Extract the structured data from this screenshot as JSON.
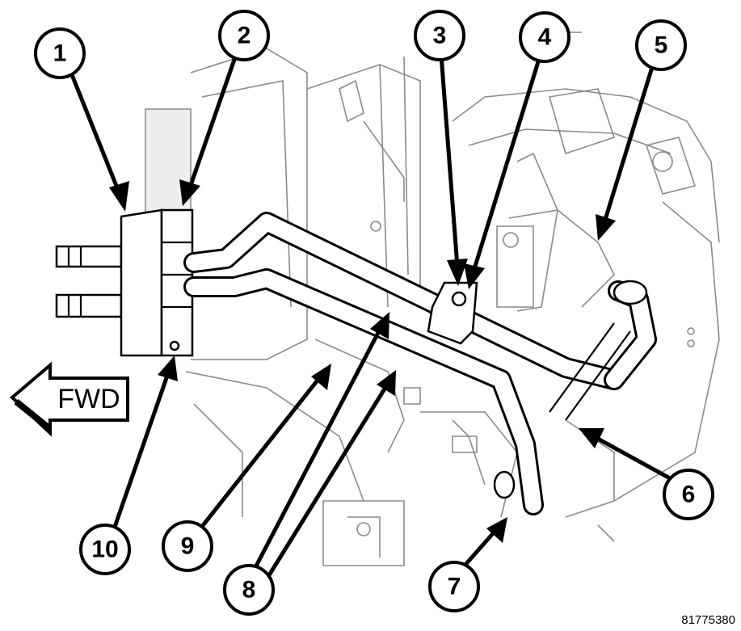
{
  "figure": {
    "id_label": "81775380",
    "direction_label": "FWD"
  },
  "callouts": [
    {
      "number": "1"
    },
    {
      "number": "2"
    },
    {
      "number": "3"
    },
    {
      "number": "4"
    },
    {
      "number": "5"
    },
    {
      "number": "6"
    },
    {
      "number": "7"
    },
    {
      "number": "8"
    },
    {
      "number": "9"
    },
    {
      "number": "10"
    }
  ],
  "colors": {
    "ink": "#000000",
    "background": "#ffffff",
    "background_detail": "#8a8a8a"
  }
}
